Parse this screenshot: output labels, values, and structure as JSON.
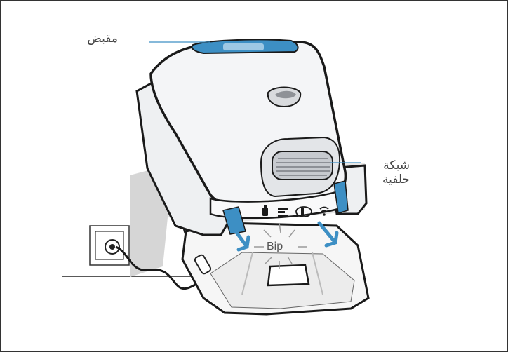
{
  "labels": {
    "handle": "مقبض",
    "filter_grid_line1": "شبكة",
    "filter_grid_line2": "خلفية",
    "beep": "Bip"
  },
  "colors": {
    "accent_blue": "#3d8fc4",
    "outline": "#1a1a1a",
    "body_light": "#f2f3f5",
    "shadow_grey": "#d9d9d9",
    "text_grey": "#444444"
  },
  "icons": [
    "battery-icon",
    "bars-icon",
    "cable-plug-icon",
    "wifi-icon",
    "beep-burst-icon"
  ]
}
